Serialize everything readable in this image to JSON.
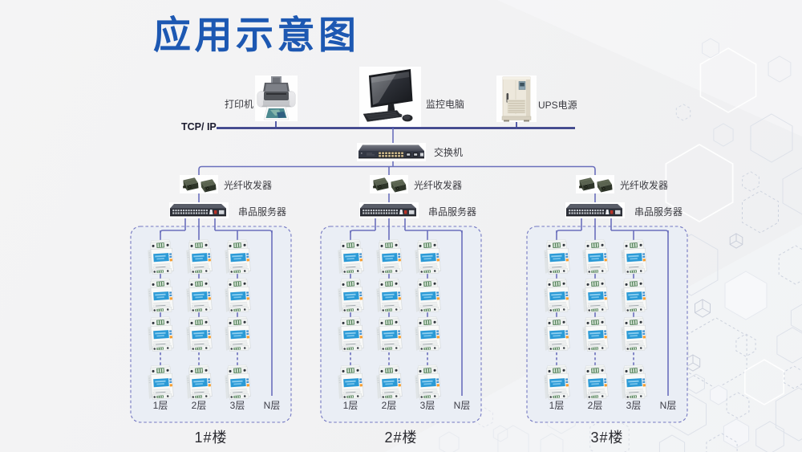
{
  "title": {
    "text": "应用示意图",
    "color": "#1d58b2"
  },
  "network": {
    "tcp_ip_label": "TCP/ IP",
    "printer_label": "打印机",
    "computer_label": "监控电脑",
    "ups_label": "UPS电源",
    "switch_label": "交换机"
  },
  "branches": [
    {
      "transceiver_label": "光纤收发器",
      "server_label": "串品服务器"
    },
    {
      "transceiver_label": "光纤收发器",
      "server_label": "串品服务器"
    },
    {
      "transceiver_label": "光纤收发器",
      "server_label": "串品服务器"
    }
  ],
  "buildings": [
    {
      "name": "1#楼",
      "floors": [
        "1层",
        "2层",
        "3层",
        "N层"
      ]
    },
    {
      "name": "2#楼",
      "floors": [
        "1层",
        "2层",
        "3层",
        "N层"
      ]
    },
    {
      "name": "3#楼",
      "floors": [
        "1层",
        "2层",
        "3层",
        "N层"
      ]
    }
  ],
  "colors": {
    "title_blue": "#1d58b2",
    "backbone_line": "#2a3280",
    "connector_line": "#6a6fbc",
    "box_border": "#7478c2",
    "box_fill": "#eaeef5",
    "meter_screen_blue": "#2d9bd8",
    "hex_pattern": "#dde1e9"
  }
}
